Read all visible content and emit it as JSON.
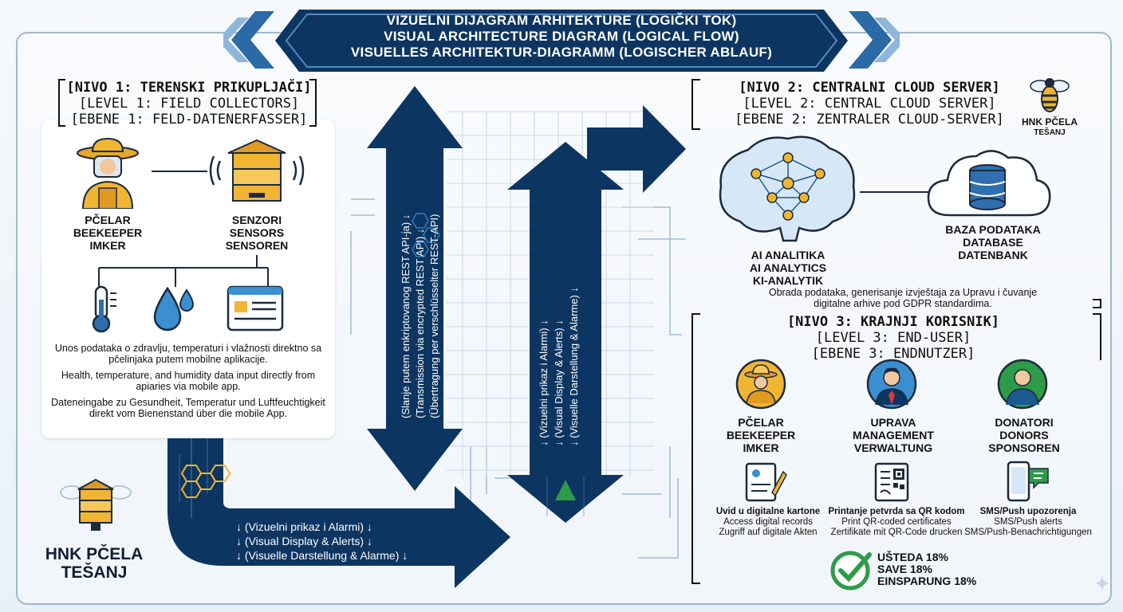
{
  "header": {
    "line1": "VIZUELNI DIJAGRAM ARHITEKTURE (LOGIČKI TOK)",
    "line2": "VISUAL ARCHITECTURE DIAGRAM (LOGICAL FLOW)",
    "line3": "VISUELLES ARCHITEKTUR-DIAGRAMM (LOGISCHER ABLAUF)"
  },
  "level1": {
    "title_bs": "[NIVO 1: TERENSKI PRIKUPLJAČI]",
    "title_en": "[LEVEL 1: FIELD COLLECTORS]",
    "title_de": "[EBENE 1: FELD-DATENERFASSER]",
    "beekeeper": [
      "PČELAR",
      "BEEKEEPER",
      "IMKER"
    ],
    "sensors": [
      "SENZORI",
      "SENSORS",
      "SENSOREN"
    ],
    "desc_bs": "Unos podataka o zdravlju, temperaturi i vlažnosti direktno sa pčelinjaka putem mobilne aplikacije.",
    "desc_en": "Health, temperature, and humidity data input directly from apiaries via mobile app.",
    "desc_de": "Dateneingabe zu Gesundheit, Temperatur und Luftfeuchtigkeit direkt vom Bienenstand über die mobile App."
  },
  "arrows": {
    "upload": [
      "(Slanje putem enkriptovanog REST API-ja) ↓",
      "(Transmission via encrypted REST API) ↓",
      "(Übertragung per verschlüsselter REST-API)"
    ],
    "display_vertical": [
      "↓ (Vizuelni prikaz i Alarmi) ↓",
      "↓ (Visual Display & Alerts) ↓",
      "↓ (Visuelle Darstellung & Alarme) ↓"
    ],
    "display_horizontal": [
      "↓ (Vizuelni prikaz i Alarmi) ↓",
      "↓ (Visual Display & Alerts) ↓",
      "↓ (Visuelle Darstellung & Alarme) ↓"
    ]
  },
  "level2": {
    "title_bs": "[NIVO 2: CENTRALNI CLOUD SERVER]",
    "title_en": "[LEVEL 2: CENTRAL CLOUD SERVER]",
    "title_de": "[EBENE 2: ZENTRALER CLOUD-SERVER]",
    "ai": [
      "AI ANALITIKA",
      "AI ANALYTICS",
      "KI-ANALYTIK"
    ],
    "db": [
      "BAZA PODATAKA",
      "DATABASE",
      "DATENBANK"
    ],
    "desc": "Obrada podataka, generisanje izvještaja za Upravu i čuvanje digitalne arhive pod GDPR standardima."
  },
  "level3": {
    "title_bs": "[NIVO 3: KRAJNJI KORISNIK]",
    "title_en": "[LEVEL 3: END-USER]",
    "title_de": "[EBENE 3: ENDNUTZER]",
    "users": [
      {
        "label": [
          "PČELAR",
          "BEEKEEPER",
          "IMKER"
        ],
        "caption": [
          "Uvid u digitalne kartone",
          "Access digital records",
          "Zugriff auf digitale Akten"
        ]
      },
      {
        "label": [
          "UPRAVA",
          "MANAGEMENT",
          "VERWALTUNG"
        ],
        "caption": [
          "Printanje petvrda sa QR kodom",
          "Print QR-coded certificates",
          "Zertifikate mit QR-Code drucken"
        ]
      },
      {
        "label": [
          "DONATORI",
          "DONORS",
          "SPONSOREN"
        ],
        "caption": [
          "SMS/Push upozorenja",
          "SMS/Push alerts",
          "SMS/Push-Benachrichtigungen"
        ]
      }
    ],
    "saving": [
      "UŠTEDA 18%",
      "SAVE 18%",
      "EINSPARUNG 18%"
    ]
  },
  "logo_top": [
    "HNK PČELA",
    "TEŠANJ"
  ],
  "logo_bottom": [
    "HNK PČELA",
    "TEŠANJ"
  ],
  "colors": {
    "navy": "#0d3561",
    "blue": "#1c5a92",
    "accent": "#3a8fd0",
    "green": "#2e9b48",
    "honey": "#f0b533"
  }
}
